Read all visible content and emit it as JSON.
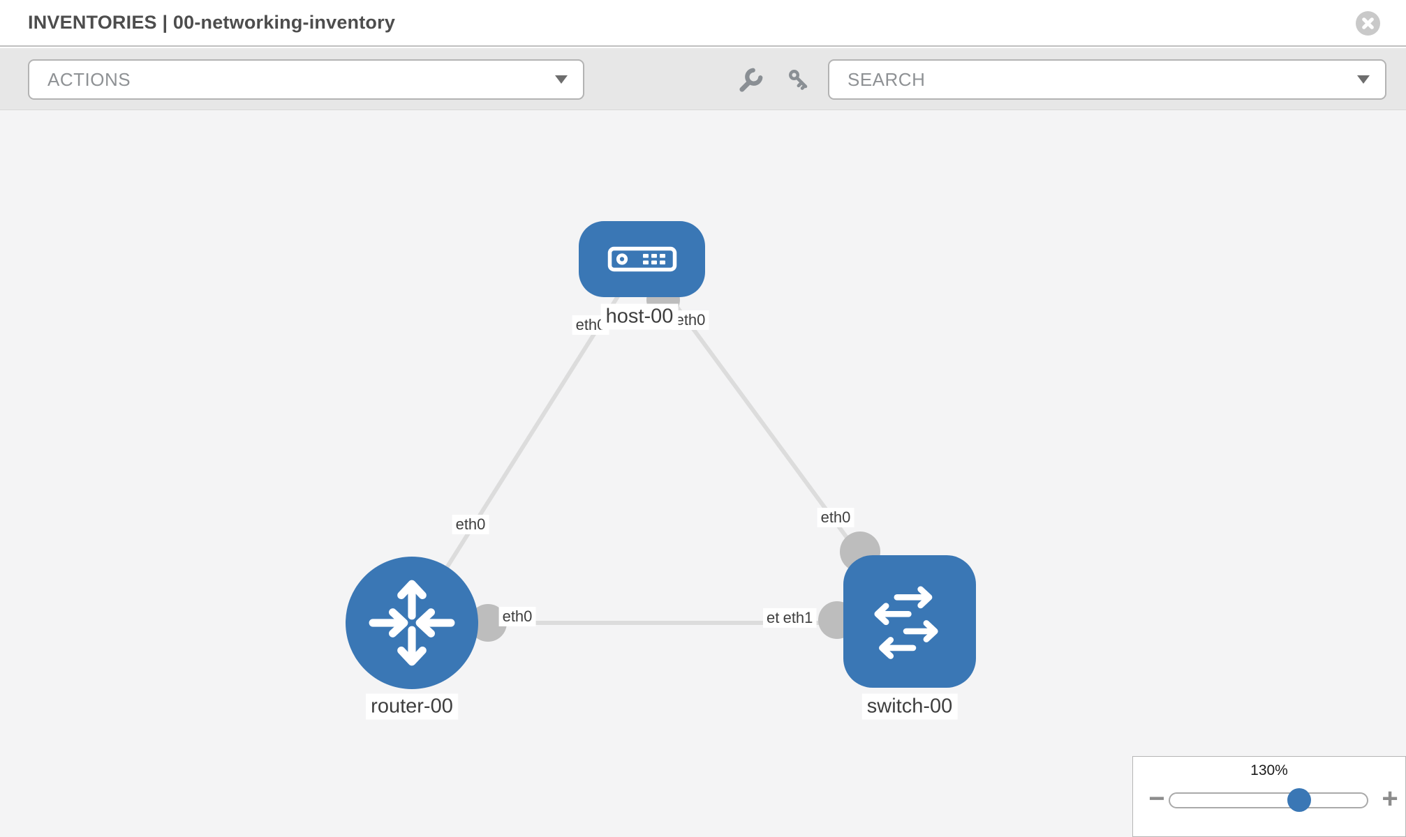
{
  "header": {
    "title": "INVENTORIES | 00-networking-inventory",
    "close_icon": "circle-x"
  },
  "toolbar": {
    "actions_label": "ACTIONS",
    "search_label": "SEARCH",
    "icons": {
      "wrench": "wrench",
      "key": "key",
      "dropdown_caret": "caret-down"
    }
  },
  "topology": {
    "nodes": [
      {
        "id": "host-00",
        "type": "host",
        "label": "host-00"
      },
      {
        "id": "router-00",
        "type": "router",
        "label": "router-00"
      },
      {
        "id": "switch-00",
        "type": "switch",
        "label": "switch-00"
      }
    ],
    "links": [
      {
        "from": "host-00",
        "from_interface": "eth0",
        "to": "router-00",
        "to_interface": "eth0"
      },
      {
        "from": "host-00",
        "from_interface": "eth0",
        "to": "switch-00",
        "to_interface": "eth0"
      },
      {
        "from": "router-00",
        "from_interface": "eth0",
        "to": "switch-00",
        "to_interface": "eth1"
      }
    ],
    "iface_labels": {
      "host_router_at_host": "eth0",
      "host_router_at_router": "eth0",
      "host_switch_at_host": "eth0",
      "host_switch_at_switch": "eth0",
      "router_switch_at_router": "eth0",
      "router_switch_at_switch_back": "eth0",
      "router_switch_at_switch_front": "eth1"
    }
  },
  "zoom_control": {
    "value": "130%",
    "zoom_out_symbol": "−",
    "zoom_in_symbol": "+"
  },
  "colors": {
    "node_blue": "#3a77b5",
    "port_gray": "#bdbdbd",
    "link_gray": "#dcdcdc",
    "toolbar_gray": "#e7e7e7",
    "canvas_gray": "#f4f4f5"
  }
}
